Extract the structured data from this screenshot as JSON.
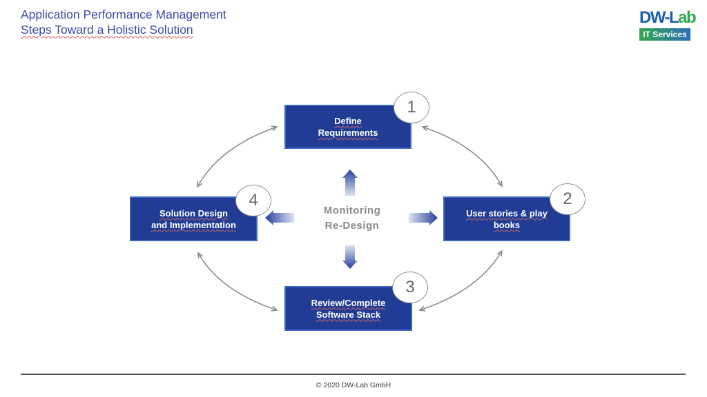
{
  "slide": {
    "title": "Application Performance Management",
    "subtitle": "Steps Toward a Holistic Solution",
    "footer_copyright": "© 2020 DW-Lab GmbH"
  },
  "logo": {
    "name_blue_part": "DW-L",
    "name_green_part": "ab",
    "tagline": "IT Services"
  },
  "diagram": {
    "center_label": {
      "line1": "Monitoring",
      "line2": "Re-Design"
    },
    "steps": [
      {
        "number": "1",
        "line1": "Define",
        "line2": "Requirements",
        "position": "top"
      },
      {
        "number": "2",
        "line1": "User stories & play",
        "line2": "books",
        "position": "right"
      },
      {
        "number": "3",
        "line1": "Review/Complete",
        "line2": "Software Stack",
        "position": "bottom"
      },
      {
        "number": "4",
        "line1": "Solution Design",
        "line2": "and Implementation",
        "position": "left"
      }
    ]
  },
  "colors": {
    "title_text": "#3B49A5",
    "box_fill": "#203C94",
    "box_border": "#3E68C6",
    "box_text": "#FFFFFF",
    "squiggle_red": "#D95A5A",
    "center_text_gray": "#8A8A8A",
    "curve_arrow_gray": "#8C8C8C",
    "cross_arrow_dark": "#27419C",
    "cross_arrow_light": "#DDE3F3",
    "circle_number_gray": "#666666",
    "logo_blue": "#1B5FAA",
    "logo_green": "#2FA84F",
    "logo_bar_left": "#33A64C",
    "logo_bar_right": "#2B6FB8"
  }
}
